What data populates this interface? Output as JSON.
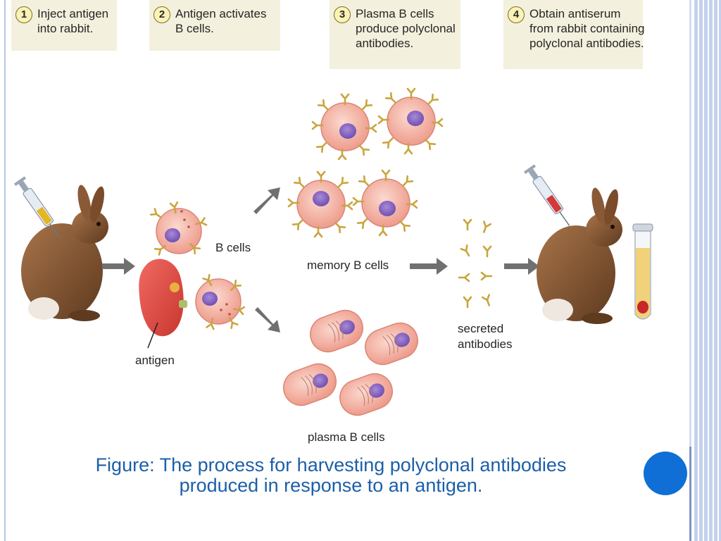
{
  "steps": [
    {
      "number": "1",
      "lines": [
        "Inject antigen",
        "into rabbit."
      ]
    },
    {
      "number": "2",
      "lines": [
        "Antigen activates",
        "B cells."
      ]
    },
    {
      "number": "3",
      "lines": [
        "Plasma B cells",
        "produce polyclonal",
        "antibodies."
      ]
    },
    {
      "number": "4",
      "lines": [
        "Obtain antiserum",
        "from rabbit containing",
        "polyclonal antibodies."
      ]
    }
  ],
  "labels": {
    "b_cells": "B cells",
    "memory_b_cells": "memory B cells",
    "antigen": "antigen",
    "plasma_b_cells": "plasma B cells",
    "secreted_antibodies": [
      "secreted",
      "antibodies"
    ]
  },
  "caption": [
    "Figure: The process for harvesting polyclonal antibodies",
    "produced in response to an antigen."
  ],
  "colors": {
    "caption_text": "#1c5fa8",
    "accent_circle": "#0f6fd6",
    "step_box_bg": "#f3f0dd",
    "cell_fill": "#f2a99c",
    "antibody": "#c9a53c",
    "arrow": "#707070"
  }
}
